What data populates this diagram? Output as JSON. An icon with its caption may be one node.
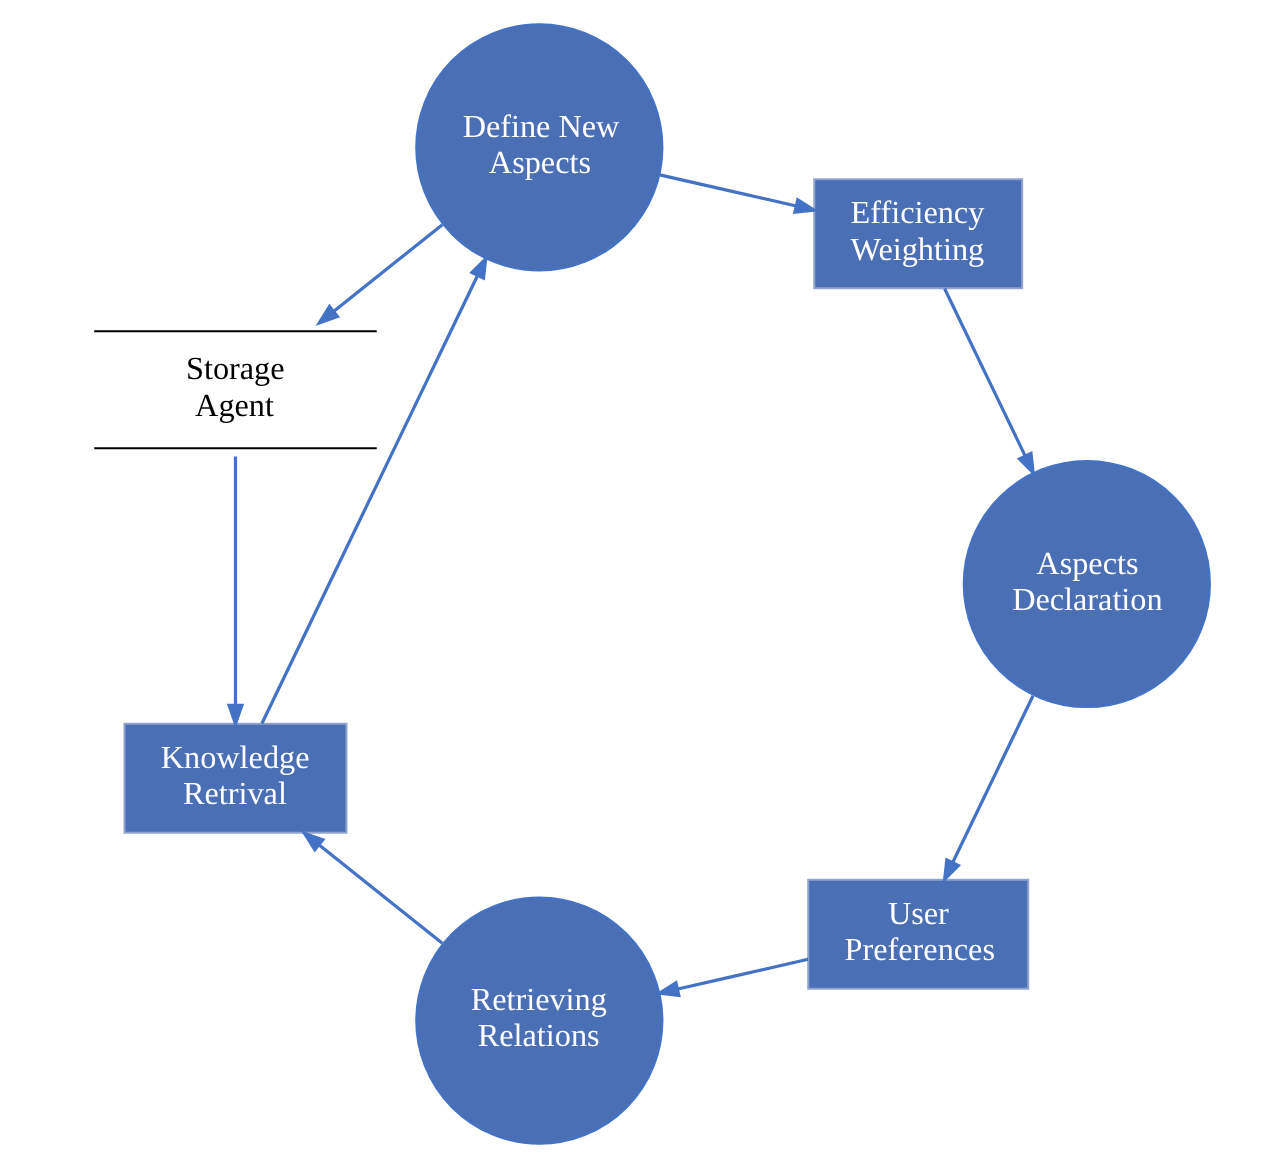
{
  "diagram": {
    "nodes": [
      {
        "text": [
          "User Preferences"
        ]
      },
      {
        "text": [
          "Retrieving Relations"
        ]
      },
      {
        "text": [
          "Aspects Declaration"
        ]
      },
      {
        "text": [
          "Storage Agent"
        ]
      },
      {
        "text": [
          "Efficiency Weighting"
        ]
      },
      {
        "text": [
          "Knowledge Retrival"
        ]
      },
      {
        "text": [
          "Define New Aspects"
        ]
      }
    ],
    "edges": [
      {
        "from": 2,
        "to": 0,
        "arrow": "to"
      },
      {
        "from": 0,
        "to": 1,
        "arrow": "to"
      },
      {
        "from": 1,
        "to": 5,
        "arrow": "to"
      },
      {
        "from": 5,
        "to": 6,
        "arrow": "to"
      },
      {
        "from": 6,
        "to": 4,
        "arrow": "to"
      },
      {
        "from": 4,
        "to": 2,
        "arrow": "to"
      },
      {
        "from": 6,
        "to": 3,
        "arrow": "to"
      },
      {
        "from": 3,
        "to": 5,
        "arrow": "to"
      }
    ]
  }
}
